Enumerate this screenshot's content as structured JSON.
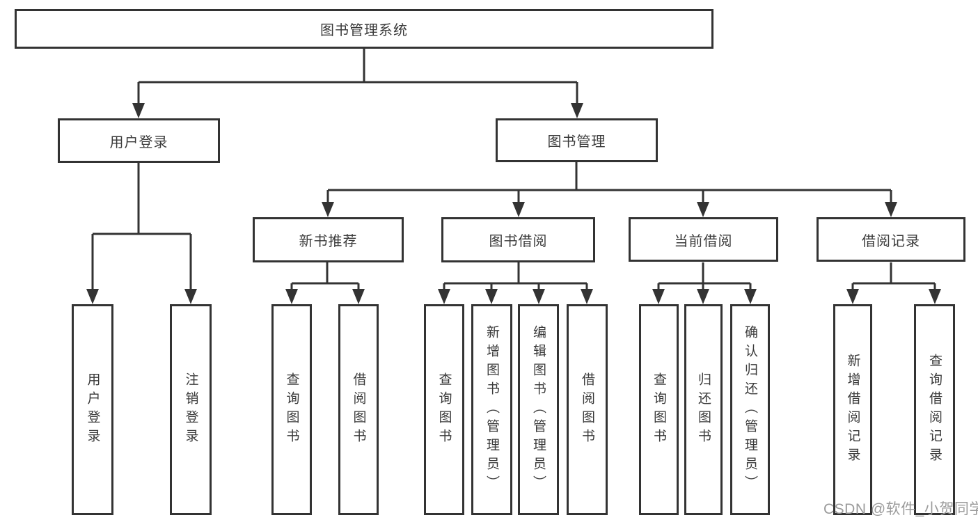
{
  "colors": {
    "line": "#333333",
    "box_border": "#333333",
    "text": "#3a3a3a",
    "watermark": "#9b9b9b",
    "background": "#ffffff"
  },
  "root": {
    "label": "图书管理系统"
  },
  "branches": [
    {
      "label": "用户登录",
      "children": [
        {
          "label": "用户登录"
        },
        {
          "label": "注销登录"
        }
      ]
    },
    {
      "label": "图书管理",
      "children": [
        {
          "label": "新书推荐",
          "children": [
            {
              "label": "查询图书"
            },
            {
              "label": "借阅图书"
            }
          ]
        },
        {
          "label": "图书借阅",
          "children": [
            {
              "label": "查询图书"
            },
            {
              "label": "新增图书（管理员）"
            },
            {
              "label": "编辑图书（管理员）"
            },
            {
              "label": "借阅图书"
            }
          ]
        },
        {
          "label": "当前借阅",
          "children": [
            {
              "label": "查询图书"
            },
            {
              "label": "归还图书"
            },
            {
              "label": "确认归还（管理员）"
            }
          ]
        },
        {
          "label": "借阅记录",
          "children": [
            {
              "label": "新增借阅记录"
            },
            {
              "label": "查询借阅记录"
            }
          ]
        }
      ]
    }
  ],
  "watermark": {
    "text": "CSDN @软件_小贺同学"
  }
}
